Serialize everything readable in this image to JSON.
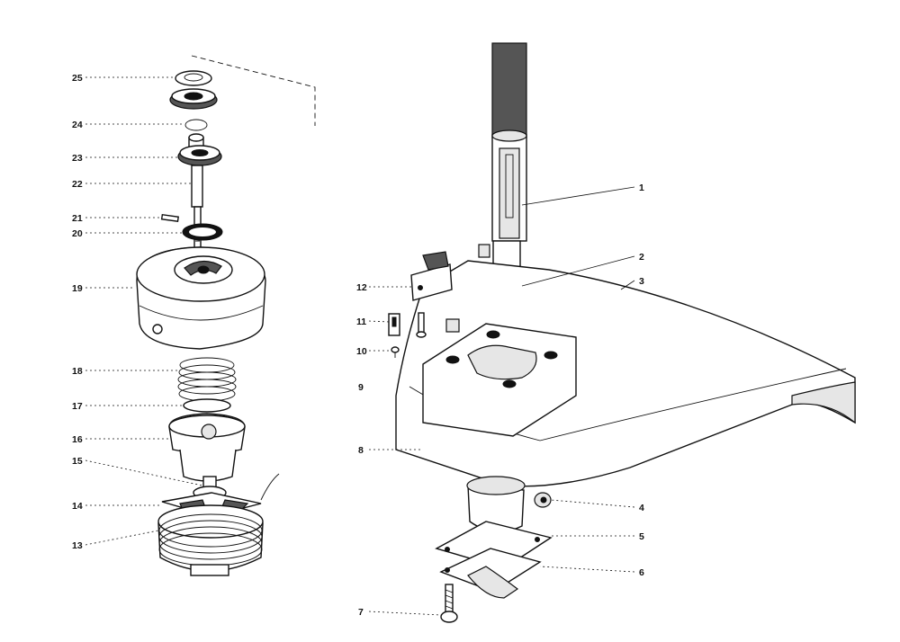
{
  "callouts": {
    "p1": "1",
    "p2": "2",
    "p3": "3",
    "p4": "4",
    "p5": "5",
    "p6": "6",
    "p7": "7",
    "p8": "8",
    "p9": "9",
    "p10": "10",
    "p11": "11",
    "p12": "12",
    "p13": "13",
    "p14": "14",
    "p15": "15",
    "p16": "16",
    "p17": "17",
    "p18": "18",
    "p19": "19",
    "p20": "20",
    "p21": "21",
    "p22": "22",
    "p23": "23",
    "p24": "24",
    "p25": "25"
  }
}
